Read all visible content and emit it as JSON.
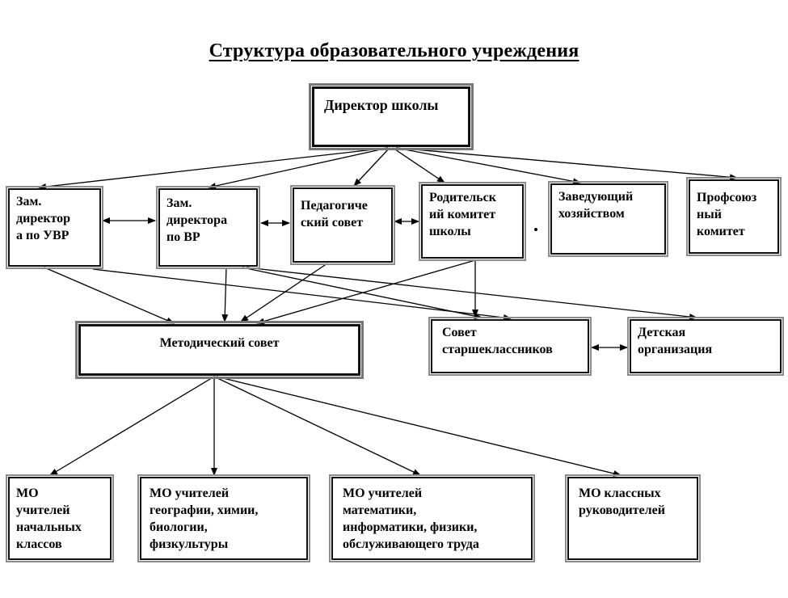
{
  "title": "Структура образовательного учреждения",
  "nodes": {
    "director": "Директор школы",
    "deputy_uvr": "Зам.\nдиректор\nа по УВР",
    "deputy_vr": "Зам.\nдиректора\nпо ВР",
    "ped_council": "Педагогиче\nский совет",
    "parent_committee": "Родительск\nий комитет\nшколы",
    "household_manager": "Заведующий\nхозяйством",
    "trade_union": "Профсоюз\nный\nкомитет",
    "method_council": "Методический совет",
    "senior_council": "Совет\nстаршеклассников",
    "children_org": "Детская\nорганизация",
    "mo_primary": "МО\nучителей\nначальных\nклассов",
    "mo_geo": "МО учителей\nгеографии, химии,\nбиологии,\nфизкультуры",
    "mo_math": "МО учителей\nматематики,\nинформатики, физики,\nобслуживающего труда",
    "mo_class": "МО классных\nруководителей"
  }
}
